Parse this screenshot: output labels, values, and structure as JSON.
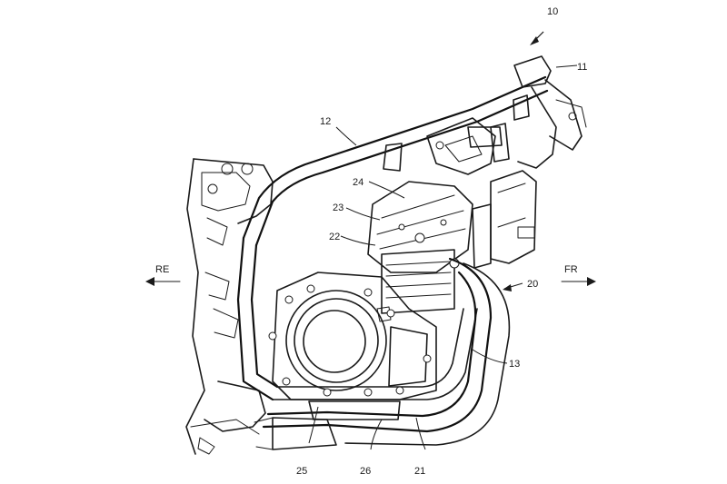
{
  "directions": {
    "rear": "RE",
    "front": "FR"
  },
  "labels": {
    "assembly": "10",
    "head_pipe": "11",
    "main_frame": "12",
    "down_tube": "13",
    "exhaust": "20",
    "cylinder_exhaust": "21",
    "cylinder": "22",
    "cylinder_head": "23",
    "head_cover": "24",
    "crankcase": "25",
    "oil_pan": "26"
  },
  "colors": {
    "ink": "#1a1a1a",
    "background": "#ffffff"
  }
}
